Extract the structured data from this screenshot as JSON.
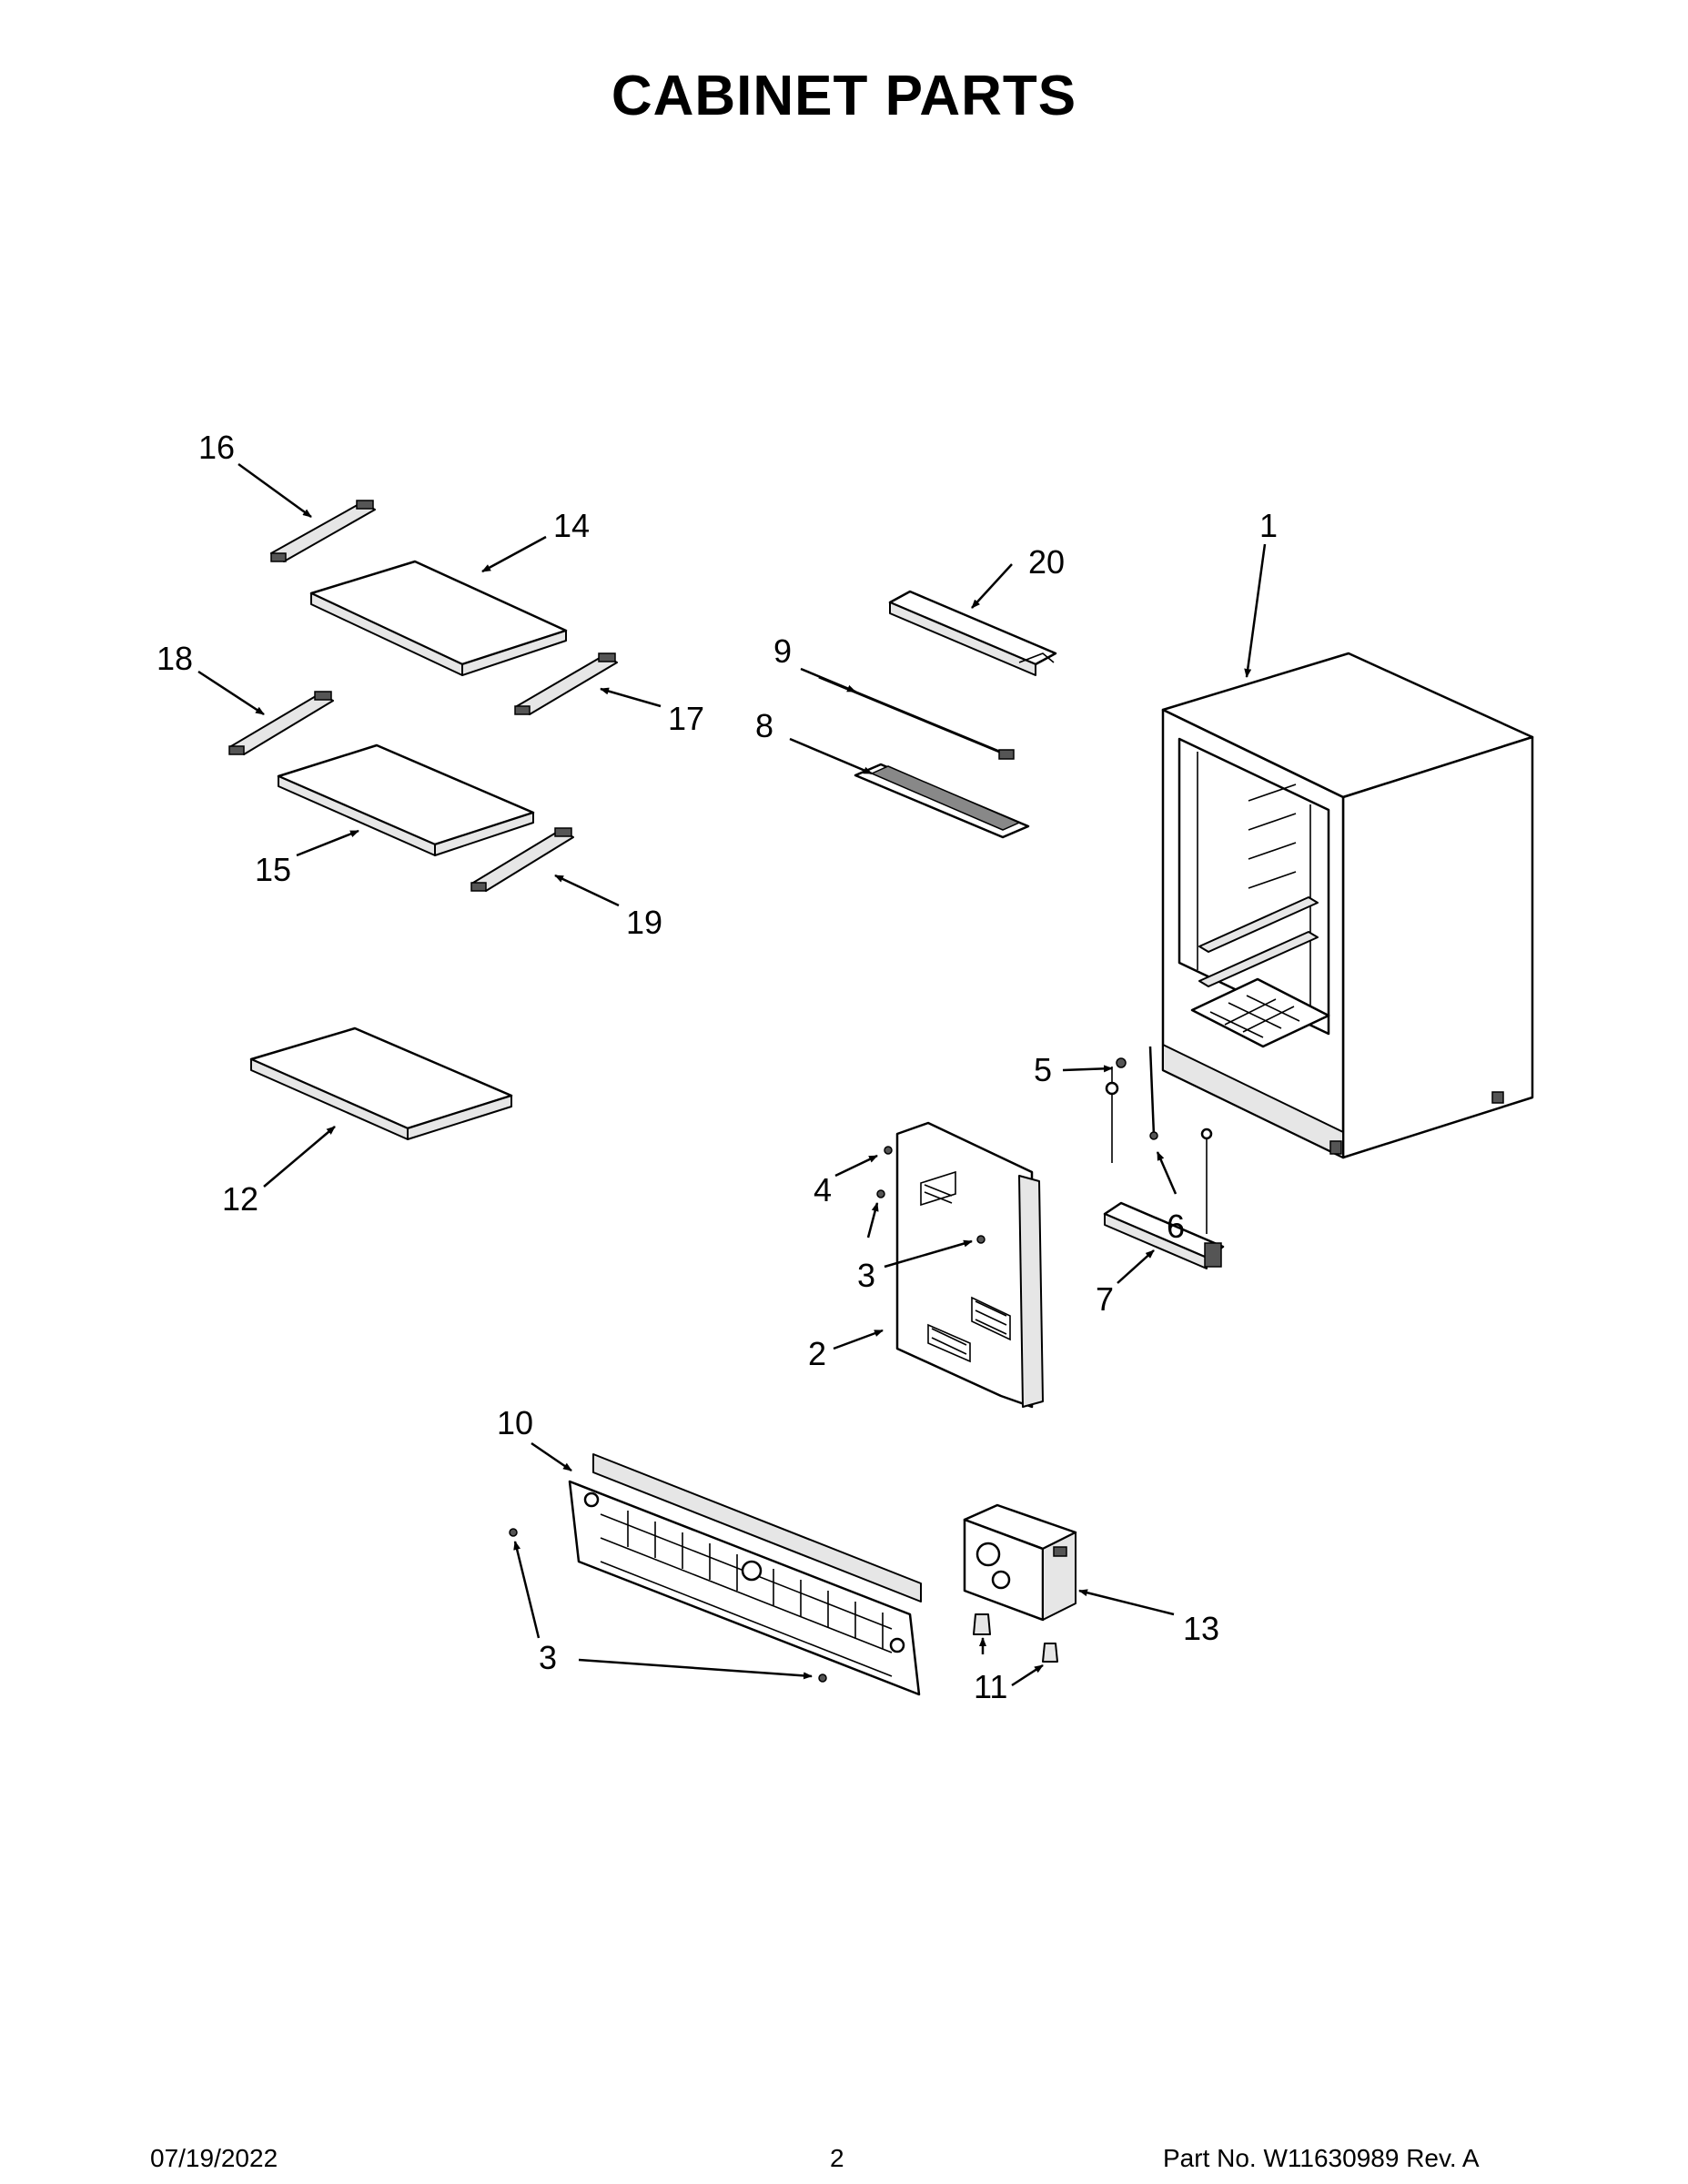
{
  "page": {
    "title": "CABINET PARTS"
  },
  "callouts": {
    "c1": "1",
    "c2": "2",
    "c3a": "3",
    "c3b": "3",
    "c4": "4",
    "c5": "5",
    "c6": "6",
    "c7": "7",
    "c8": "8",
    "c9": "9",
    "c10": "10",
    "c11": "11",
    "c12": "12",
    "c13": "13",
    "c14": "14",
    "c15": "15",
    "c16": "16",
    "c17": "17",
    "c18": "18",
    "c19": "19",
    "c20": "20"
  },
  "footer": {
    "date": "07/19/2022",
    "page_number": "2",
    "part_number": "Part No.  W11630989  Rev.  A"
  }
}
